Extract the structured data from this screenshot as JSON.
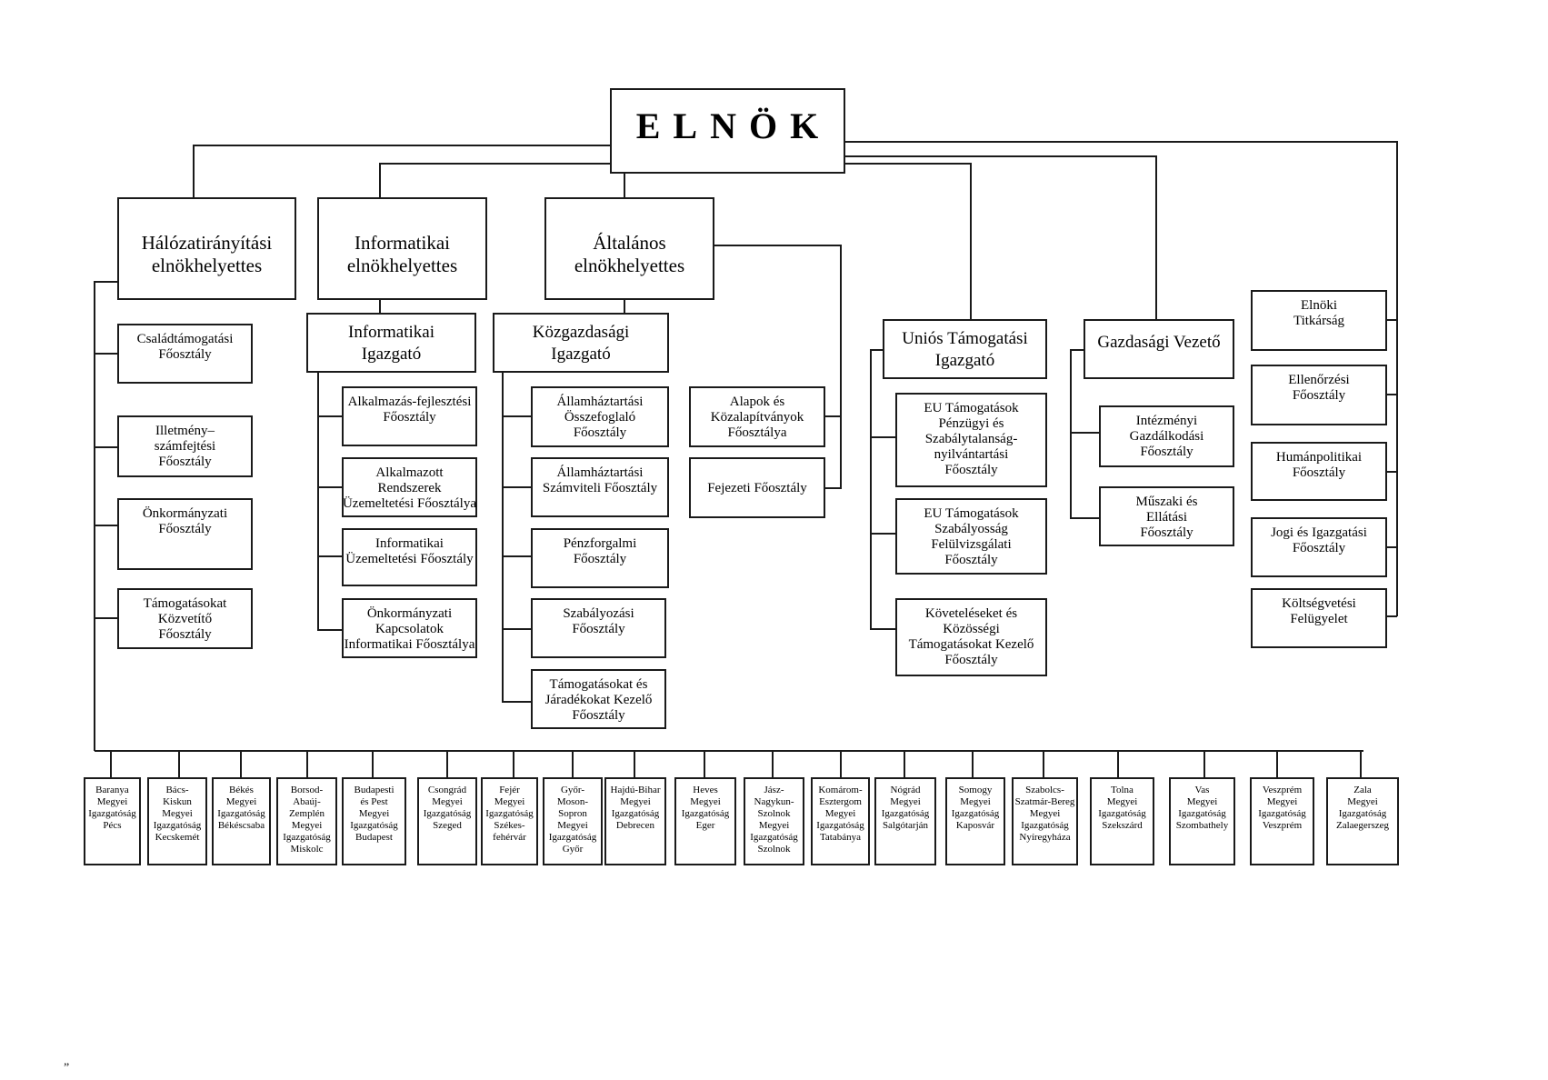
{
  "root": "ELNÖK",
  "level1": [
    {
      "id": "halozat",
      "lines": [
        "Hálózatirányítási",
        "elnökhelyettes"
      ]
    },
    {
      "id": "informatikai",
      "lines": [
        "Informatikai",
        "elnökhelyettes"
      ]
    },
    {
      "id": "altalanos",
      "lines": [
        "Általános",
        "elnökhelyettes"
      ]
    }
  ],
  "directors": [
    {
      "id": "info-igazgato",
      "lines": [
        "Informatikai",
        "Igazgató"
      ]
    },
    {
      "id": "kozgazd-igazgato",
      "lines": [
        "Közgazdasági",
        "Igazgató"
      ]
    },
    {
      "id": "unios-igazgato",
      "lines": [
        "Uniós Támogatási",
        "Igazgató"
      ]
    },
    {
      "id": "gazdasagi-vezeto",
      "lines": [
        "Gazdasági Vezető"
      ]
    }
  ],
  "halozat_units": [
    {
      "lines": [
        "Családtámogatási",
        "Főosztály"
      ]
    },
    {
      "lines": [
        "Illetmény–",
        "számfejtési",
        "Főosztály"
      ]
    },
    {
      "lines": [
        "Önkormányzati",
        "Főosztály"
      ]
    },
    {
      "lines": [
        "Támogatásokat",
        "Közvetítő",
        "Főosztály"
      ]
    }
  ],
  "info_units": [
    {
      "lines": [
        "Alkalmazás-fejlesztési",
        "Főosztály"
      ]
    },
    {
      "lines": [
        "Alkalmazott",
        "Rendszerek",
        "Üzemeltetési Főosztálya"
      ]
    },
    {
      "lines": [
        "Informatikai",
        "Üzemeltetési Főosztály"
      ]
    },
    {
      "lines": [
        "Önkormányzati",
        "Kapcsolatok",
        "Informatikai Főosztálya"
      ]
    }
  ],
  "kozgazd_units": [
    {
      "lines": [
        "Államháztartási",
        "Összefoglaló",
        "Főosztály"
      ]
    },
    {
      "lines": [
        "Államháztartási",
        "Számviteli Főosztály"
      ]
    },
    {
      "lines": [
        "Pénzforgalmi",
        "Főosztály"
      ]
    },
    {
      "lines": [
        "Szabályozási",
        "Főosztály"
      ]
    },
    {
      "lines": [
        "Támogatásokat és",
        "Járadékokat Kezelő",
        "Főosztály"
      ]
    }
  ],
  "altalanos_units": [
    {
      "lines": [
        "Alapok és",
        "Közalapítványok",
        "Főosztálya"
      ]
    },
    {
      "lines": [
        "Fejezeti Főosztály"
      ]
    }
  ],
  "unios_units": [
    {
      "lines": [
        "EU Támogatások",
        "Pénzügyi és",
        "Szabálytalanság-",
        "nyilvántartási",
        "Főosztály"
      ]
    },
    {
      "lines": [
        "EU Támogatások",
        "Szabályosság",
        "Felülvizsgálati",
        "Főosztály"
      ]
    },
    {
      "lines": [
        "Követeléseket és",
        "Közösségi",
        "Támogatásokat Kezelő",
        "Főosztály"
      ]
    }
  ],
  "gazdasagi_units": [
    {
      "lines": [
        "Intézményi",
        "Gazdálkodási",
        "Főosztály"
      ]
    },
    {
      "lines": [
        "Műszaki és",
        "Ellátási",
        "Főosztály"
      ]
    }
  ],
  "elnok_units": [
    {
      "lines": [
        "Elnöki",
        "Titkárság"
      ]
    },
    {
      "lines": [
        "Ellenőrzési",
        "Főosztály"
      ]
    },
    {
      "lines": [
        "Humánpolitikai",
        "Főosztály"
      ]
    },
    {
      "lines": [
        "Jogi és Igazgatási",
        "Főosztály"
      ]
    },
    {
      "lines": [
        "Költségvetési",
        "Felügyelet"
      ]
    }
  ],
  "county_directorates": [
    {
      "lines": [
        "Baranya",
        "Megyei",
        "Igazgatóság",
        "Pécs"
      ]
    },
    {
      "lines": [
        "Bács-",
        "Kiskun",
        "Megyei",
        "Igazgatóság",
        "Kecskemét"
      ]
    },
    {
      "lines": [
        "Békés",
        "Megyei",
        "Igazgatóság",
        "Békéscsaba"
      ]
    },
    {
      "lines": [
        "Borsod-",
        "Abaúj-",
        "Zemplén",
        "Megyei",
        "Igazgatóság",
        "Miskolc"
      ]
    },
    {
      "lines": [
        "Budapesti",
        "és Pest",
        "Megyei",
        "Igazgatóság",
        "Budapest"
      ]
    },
    {
      "lines": [
        "Csongrád",
        "Megyei",
        "Igazgatóság",
        "Szeged"
      ]
    },
    {
      "lines": [
        "Fejér",
        "Megyei",
        "Igazgatóság",
        "Székes-",
        "fehérvár"
      ]
    },
    {
      "lines": [
        "Győr-",
        "Moson-",
        "Sopron",
        "Megyei",
        "Igazgatóság",
        "Győr"
      ]
    },
    {
      "lines": [
        "Hajdú-Bihar",
        "Megyei",
        "Igazgatóság",
        "Debrecen"
      ]
    },
    {
      "lines": [
        "Heves",
        "Megyei",
        "Igazgatóság",
        "Eger"
      ]
    },
    {
      "lines": [
        "Jász-",
        "Nagykun-",
        "Szolnok",
        "Megyei",
        "Igazgatóság",
        "Szolnok"
      ]
    },
    {
      "lines": [
        "Komárom-",
        "Esztergom",
        "Megyei",
        "Igazgatóság",
        "Tatabánya"
      ]
    },
    {
      "lines": [
        "Nógrád",
        "Megyei",
        "Igazgatóság",
        "Salgótarján"
      ]
    },
    {
      "lines": [
        "Somogy",
        "Megyei",
        "Igazgatóság",
        "Kaposvár"
      ]
    },
    {
      "lines": [
        "Szabolcs-",
        "Szatmár-Bereg",
        "Megyei",
        "Igazgatóság",
        "Nyíregyháza"
      ]
    },
    {
      "lines": [
        "Tolna",
        "Megyei",
        "Igazgatóság",
        "Szekszárd"
      ]
    },
    {
      "lines": [
        "Vas",
        "Megyei",
        "Igazgatóság",
        "Szombathely"
      ]
    },
    {
      "lines": [
        "Veszprém",
        "Megyei",
        "Igazgatóság",
        "Veszprém"
      ]
    },
    {
      "lines": [
        "Zala",
        "Megyei",
        "Igazgatóság",
        "Zalaegerszeg"
      ]
    }
  ],
  "corner_mark": "„"
}
